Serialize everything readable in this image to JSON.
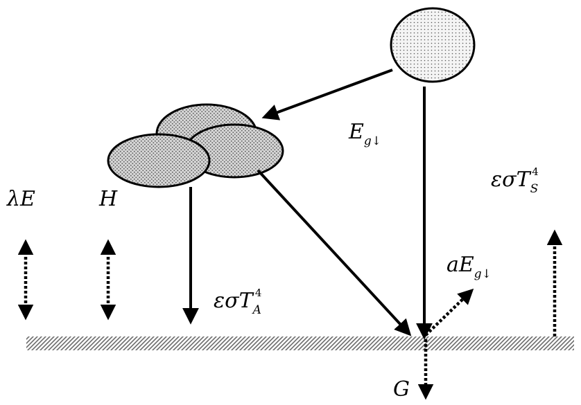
{
  "diagram": {
    "labels": {
      "global_radiation": {
        "base": "E",
        "sub": "g↓"
      },
      "reflected_radiation": {
        "prefix": "a",
        "base": "E",
        "sub": "g↓"
      },
      "atmospheric_longwave": {
        "base": "εσT",
        "sub": "A",
        "sup": "4"
      },
      "surface_longwave": {
        "base": "εσT",
        "sub": "S",
        "sup": "4"
      },
      "latent_heat": "λE",
      "sensible_heat": "H",
      "ground_heat": "G"
    },
    "colors": {
      "stroke": "#000000",
      "sun_fill": "#f4f4f4",
      "cloud_fill": "#bdbdbd",
      "ground_hatch": "#6b6b6b"
    }
  }
}
